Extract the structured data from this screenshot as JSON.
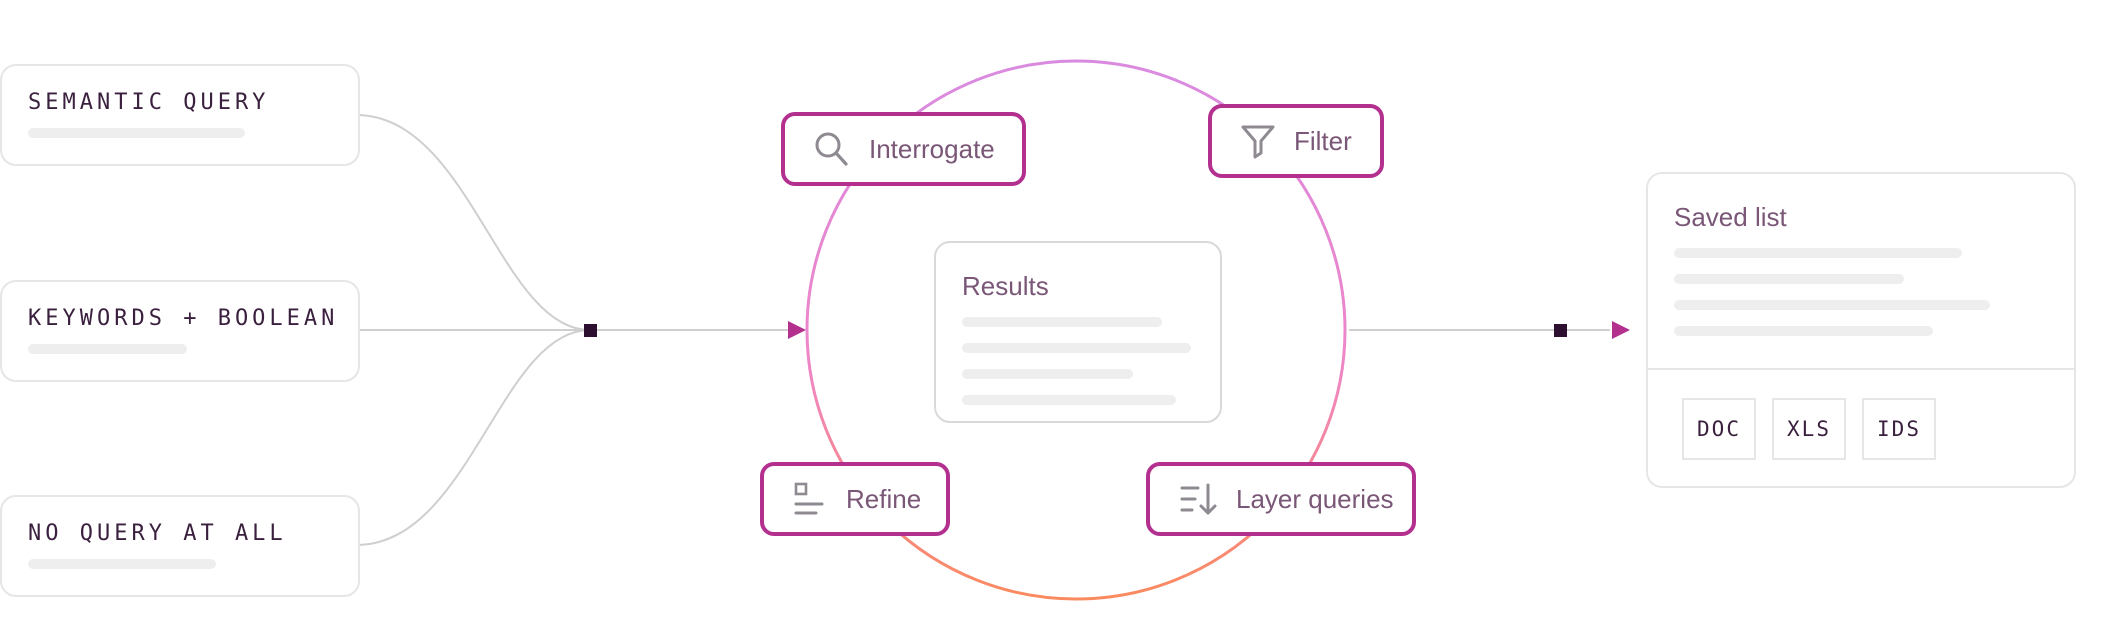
{
  "inputs": {
    "semantic_label": "SEMANTIC QUERY",
    "keywords_label": "KEYWORDS + BOOLEAN",
    "none_label": "NO QUERY AT ALL"
  },
  "cycle": {
    "center_title": "Results",
    "interrogate_label": "Interrogate",
    "filter_label": "Filter",
    "refine_label": "Refine",
    "layer_label": "Layer queries"
  },
  "output": {
    "title": "Saved list",
    "formats": [
      "DOC",
      "XLS",
      "IDS"
    ]
  },
  "colors": {
    "accent": "#b3308f",
    "ring_top": "#d98ae0",
    "ring_bottom": "#fb8a5e",
    "node": "#2d1030",
    "connector": "#cfcfcf"
  }
}
